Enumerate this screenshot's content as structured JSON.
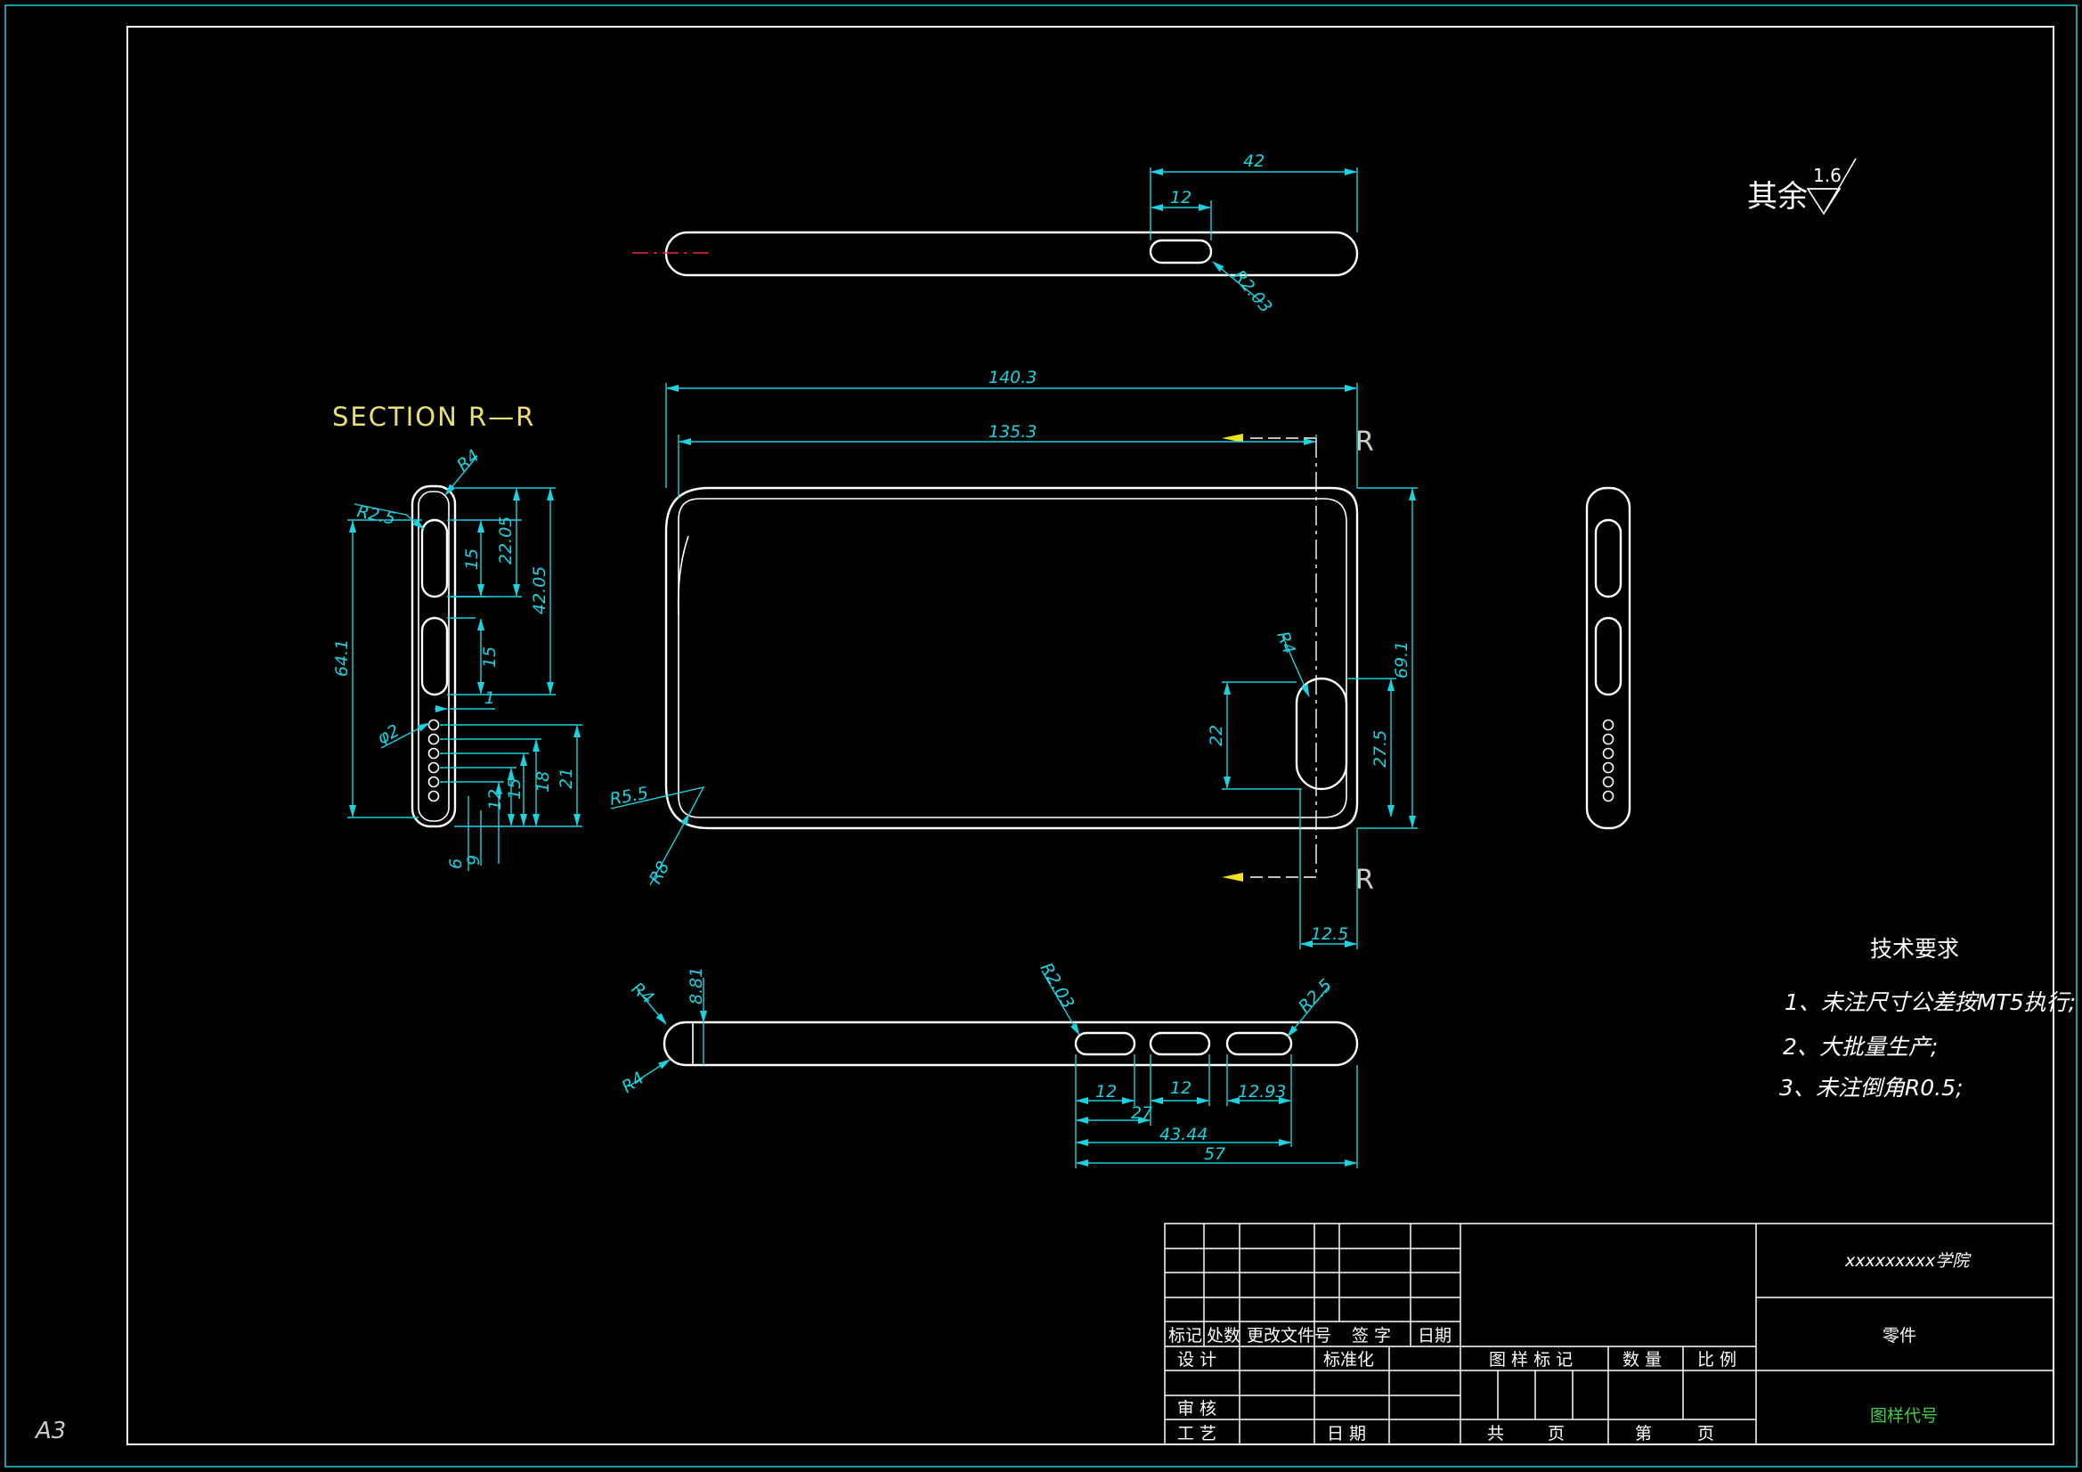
{
  "sheet": {
    "size_label": "A3"
  },
  "surface": {
    "roughness_prefix": "其余",
    "roughness_value": "1.6"
  },
  "section": {
    "label": "SECTION R—R",
    "cut_mark": "R"
  },
  "top_view": {
    "dim_42": "42",
    "dim_12": "12",
    "dim_r203": "R2.03"
  },
  "front_view": {
    "dim_1403": "140.3",
    "dim_1353": "135.3",
    "dim_691": "69.1",
    "dim_275": "27.5",
    "dim_22": "22",
    "dim_125": "12.5",
    "dim_r4": "R4",
    "dim_r55": "R5.5",
    "dim_r8": "R8"
  },
  "section_view": {
    "dim_r4": "R4",
    "dim_r25": "R2.5",
    "dim_15a": "15",
    "dim_2205": "22.05",
    "dim_4205": "42.05",
    "dim_15b": "15",
    "dim_641": "64.1",
    "dim_1": "1",
    "dim_phi2": "φ2",
    "dim_21": "21",
    "dim_18": "18",
    "dim_15c": "15",
    "dim_12": "12",
    "dim_9": "9",
    "dim_6": "6"
  },
  "bottom_view": {
    "dim_r4a": "R4",
    "dim_881": "8.81",
    "dim_r4b": "R4",
    "dim_r203": "R2.03",
    "dim_r25": "R2.5",
    "dim_12a": "12",
    "dim_12b": "12",
    "dim_1293": "12.93",
    "dim_27": "27",
    "dim_4344": "43.44",
    "dim_57": "57"
  },
  "tech_req": {
    "title": "技术要求",
    "items": [
      "1、未注尺寸公差按MT5执行;",
      "2、大批量生产;",
      "3、未注倒角R0.5;"
    ]
  },
  "title_block": {
    "school": "xxxxxxxxx学院",
    "part": "零件",
    "drawing_code": "图样代号",
    "headers": [
      "标记",
      "处数",
      "更改文件号",
      "签 字",
      "日期"
    ],
    "design": "设 计",
    "standardize": "标准化",
    "review": "审 核",
    "process": "工 艺",
    "date": "日 期",
    "drawing_mark": "图 样 标 记",
    "quantity": "数 量",
    "scale": "比 例",
    "total": "共",
    "page": "页",
    "sheet_no": "第",
    "page2": "页"
  },
  "colors": {
    "dimension": "#19d3e0",
    "outline": "#ffffff",
    "section_label": "#e8e070",
    "code": "#3fd04a",
    "frame": "#19d3e0",
    "cut_arrow": "#f0e020",
    "centerline": "#e03030"
  }
}
